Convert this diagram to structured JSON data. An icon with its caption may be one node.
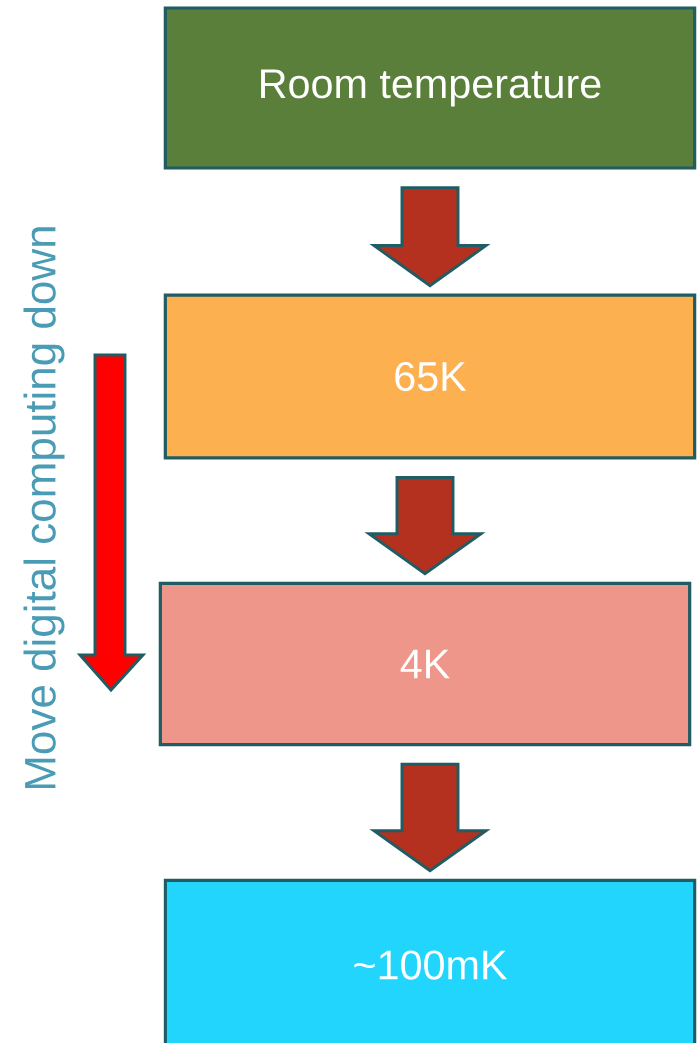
{
  "diagram": {
    "nodes": [
      {
        "text": [
          "Room temperature"
        ]
      },
      {
        "text": [
          "65K"
        ]
      },
      {
        "text": [
          "4K"
        ]
      },
      {
        "text": [
          "~100mK"
        ]
      }
    ],
    "edges": [
      {
        "from": 0,
        "to": 1,
        "arrow": "to"
      },
      {
        "from": 1,
        "to": 2,
        "arrow": "to"
      },
      {
        "from": 2,
        "to": 3,
        "arrow": "to"
      }
    ],
    "labels": [
      "Move digital computing down"
    ]
  }
}
